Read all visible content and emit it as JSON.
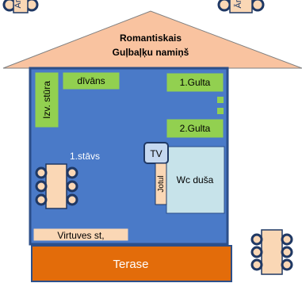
{
  "title": {
    "line1": "Romantiskais",
    "line2": "Guļbaļķu namiņš"
  },
  "rooms": {
    "sofa": "dīvāns",
    "corner": "Izv. stūra",
    "bed1": "1.Gulta",
    "bed2": "2.Gulta",
    "floor": "1.stāvs",
    "tv": "TV",
    "stove": "Jotul",
    "bath": "Wc duša",
    "kitchen": "Virtuves st,",
    "terrace": "Terase"
  },
  "outside": {
    "left_top": "Ār",
    "right_top": "Ār"
  },
  "colors": {
    "house_fill": "#4a7ac8",
    "house_stroke": "#2c4f8a",
    "roof": "#f9c3a0",
    "green": "#92d050",
    "bath": "#c7e3ea",
    "terrace": "#e36c0a",
    "furniture": "#fad7b5",
    "tv": "#c5d8f0",
    "outline": "#1f3864"
  }
}
